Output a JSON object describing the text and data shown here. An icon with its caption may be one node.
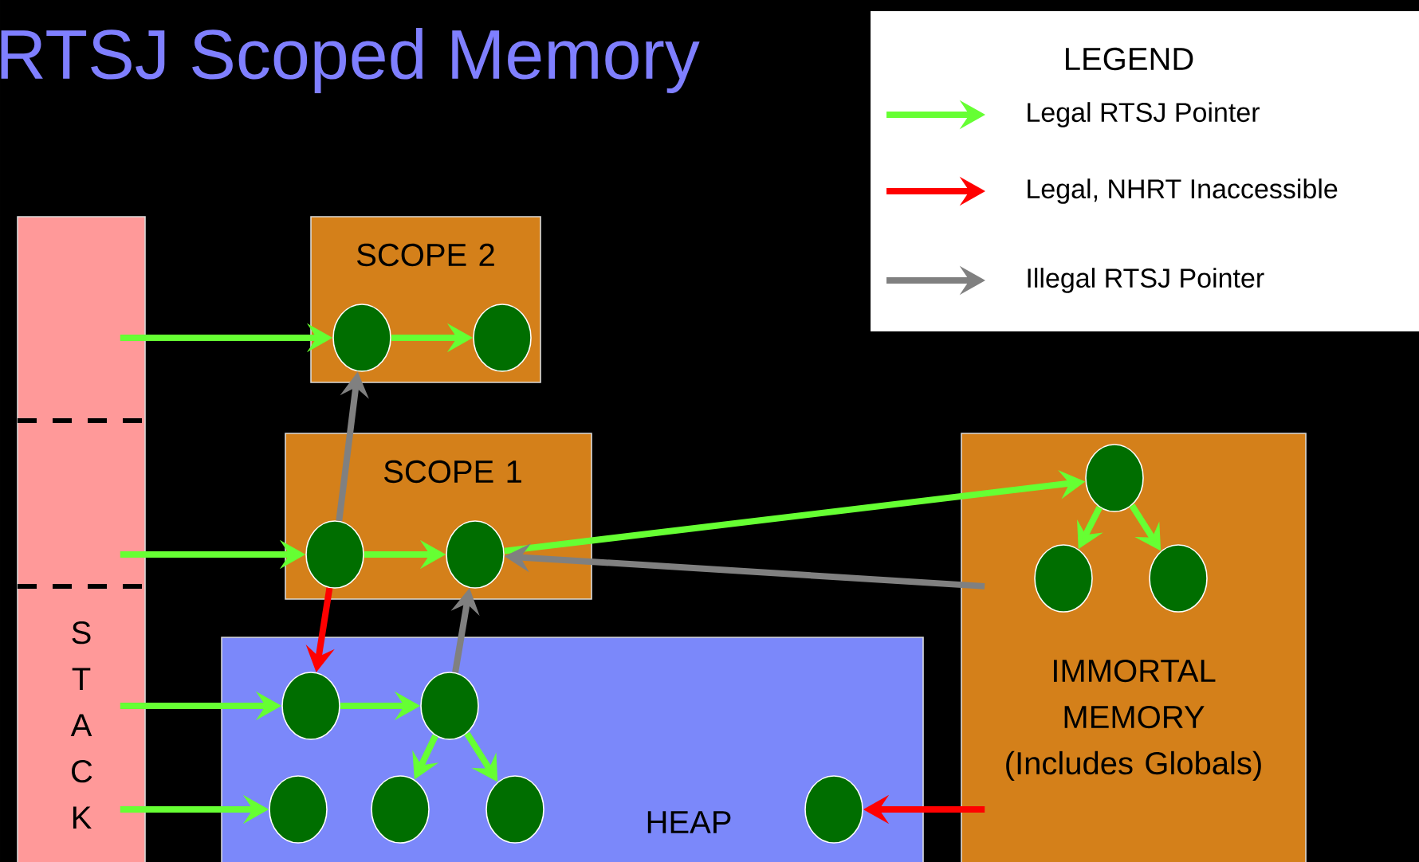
{
  "diagram": {
    "title": "RTSJ Scoped Memory",
    "nodes": [
      {
        "text": [
          "S T A C K"
        ]
      },
      {
        "text": [
          "SCOPE 2"
        ]
      },
      {
        "text": [],
        "shape": "circle",
        "in": 1
      },
      {
        "text": [],
        "shape": "circle",
        "in": 1
      },
      {
        "text": [
          "SCOPE 1"
        ]
      },
      {
        "text": [],
        "shape": "circle",
        "in": 4
      },
      {
        "text": [],
        "shape": "circle",
        "in": 4
      },
      {
        "text": [
          "HEAP"
        ]
      },
      {
        "text": [],
        "shape": "circle",
        "in": 7
      },
      {
        "text": [],
        "shape": "circle",
        "in": 7
      },
      {
        "text": [],
        "shape": "circle",
        "in": 7
      },
      {
        "text": [],
        "shape": "circle",
        "in": 7
      },
      {
        "text": [],
        "shape": "circle",
        "in": 7
      },
      {
        "text": [],
        "shape": "circle",
        "in": 7
      },
      {
        "text": [
          "IMMORTAL MEMORY (Includes Globals)"
        ]
      },
      {
        "text": [],
        "shape": "circle",
        "in": 14
      },
      {
        "text": [],
        "shape": "circle",
        "in": 14
      },
      {
        "text": [],
        "shape": "circle",
        "in": 14
      }
    ],
    "edges": [
      {
        "from": 0,
        "to": 2,
        "arrow": "to"
      },
      {
        "from": 2,
        "to": 3,
        "arrow": "to"
      },
      {
        "from": 0,
        "to": 5,
        "arrow": "to"
      },
      {
        "from": 5,
        "to": 2,
        "arrow": "to",
        "color": "#808080"
      },
      {
        "from": 5,
        "to": 6,
        "arrow": "to"
      },
      {
        "from": 6,
        "to": 15,
        "arrow": "to"
      },
      {
        "from": 14,
        "to": 6,
        "arrow": "to",
        "color": "#808080"
      },
      {
        "from": 5,
        "to": 8,
        "arrow": "to",
        "color": "#ff0000"
      },
      {
        "from": 0,
        "to": 8,
        "arrow": "to"
      },
      {
        "from": 8,
        "to": 9,
        "arrow": "to"
      },
      {
        "from": 9,
        "to": 6,
        "arrow": "to",
        "color": "#808080"
      },
      {
        "from": 9,
        "to": 11,
        "arrow": "to"
      },
      {
        "from": 9,
        "to": 12,
        "arrow": "to"
      },
      {
        "from": 0,
        "to": 10,
        "arrow": "to"
      },
      {
        "from": 14,
        "to": 13,
        "arrow": "to",
        "color": "#ff0000"
      },
      {
        "from": 15,
        "to": 16,
        "arrow": "to"
      },
      {
        "from": 15,
        "to": 17,
        "arrow": "to"
      }
    ],
    "labels": [
      "LEGEND"
    ],
    "legend": [
      {
        "text": "Legal RTSJ Pointer"
      },
      {
        "text": "Legal, NHRT Inaccessible"
      },
      {
        "text": "Illegal RTSJ Pointer"
      }
    ]
  }
}
